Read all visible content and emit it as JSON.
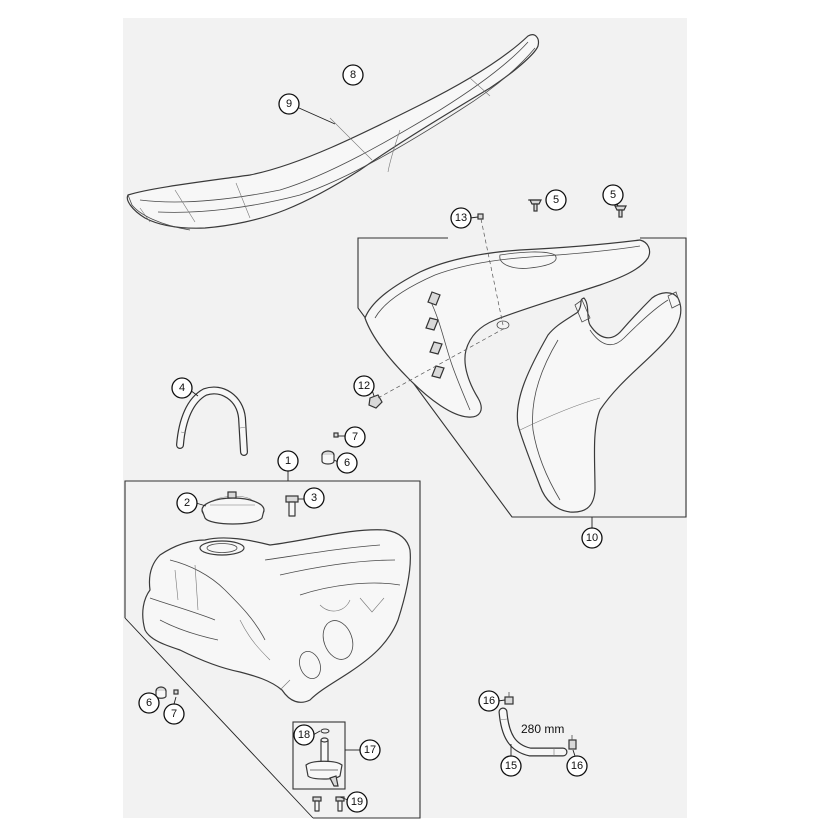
{
  "colors": {
    "background": "#f2f2f2",
    "line": "#333333",
    "callout": "#111111"
  },
  "callouts": {
    "c1": "1",
    "c2": "2",
    "c3": "3",
    "c4": "4",
    "c5a": "5",
    "c5b": "5",
    "c6a": "6",
    "c6b": "6",
    "c7a": "7",
    "c7b": "7",
    "c8": "8",
    "c9": "9",
    "c10": "10",
    "c12": "12",
    "c13": "13",
    "c15": "15",
    "c16a": "16",
    "c16b": "16",
    "c17": "17",
    "c18": "18",
    "c19": "19"
  },
  "dimensions": {
    "hose_length": "280 mm"
  }
}
